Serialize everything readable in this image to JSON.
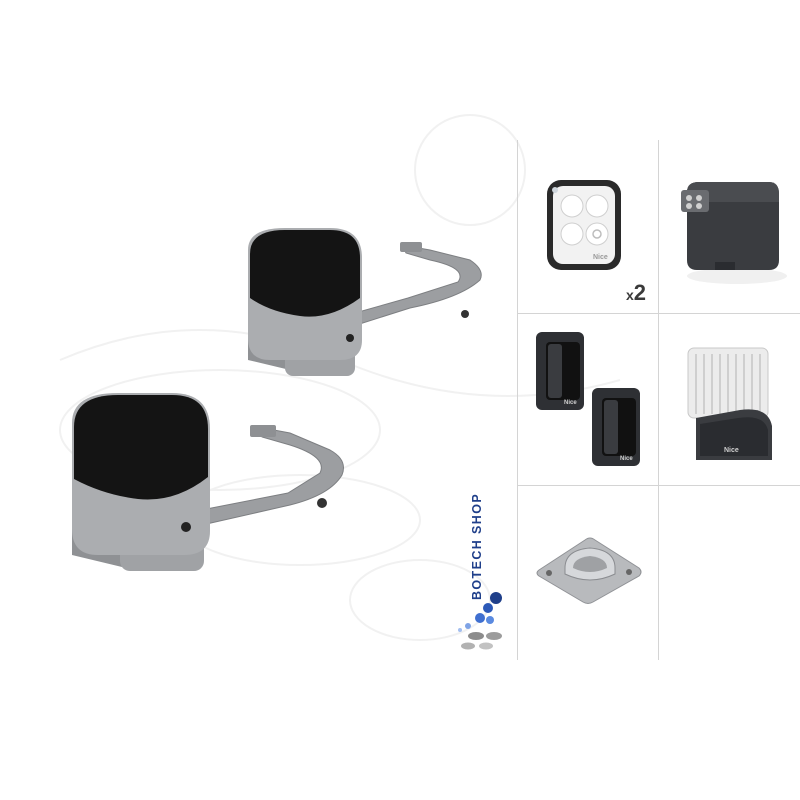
{
  "brand": {
    "name": "BOTECH SHOP"
  },
  "remote": {
    "logo": "Nice",
    "quantity_mark": "x",
    "quantity_value": "2"
  },
  "photocells": {
    "logo_left": "Nice",
    "logo_right": "Nice"
  },
  "flashing_light": {
    "logo": "Nice"
  },
  "colors": {
    "motor_body": "#a9abae",
    "motor_cover": "#141414",
    "arm": "#9c9ea1",
    "brand_blue": "#1f3f8a",
    "grid_line": "#d4d4d4"
  },
  "icons": [
    "gate-motor-icon",
    "remote-control-icon",
    "receiver-box-icon",
    "photocell-icon",
    "flashing-light-icon",
    "bracket-icon",
    "brand-logo-icon"
  ]
}
